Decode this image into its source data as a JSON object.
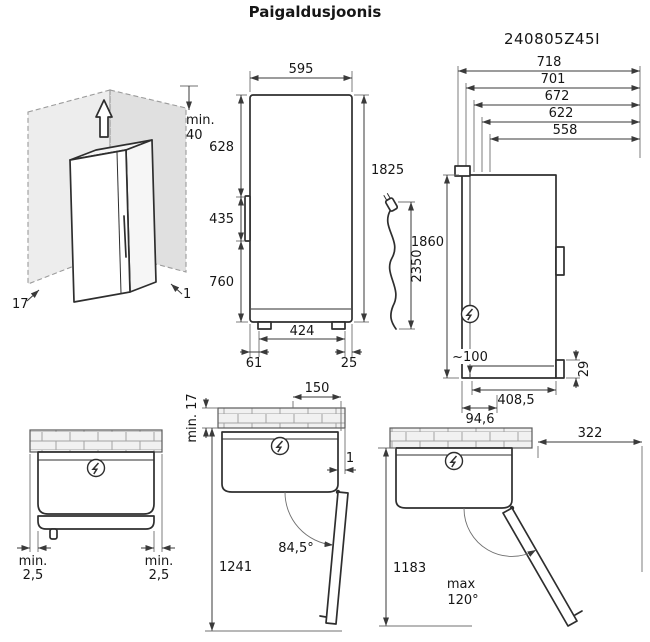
{
  "page": {
    "title": "Paigaldusjoonis",
    "model": "240805Z45I",
    "title_color": "#2323c8"
  },
  "corner_view": {
    "min_label": "min.",
    "min_value": "40",
    "wall_thickness": "17",
    "side_gap": "1"
  },
  "front_view": {
    "width": "595",
    "upper_height": "628",
    "handle_height": "435",
    "lower_height": "760",
    "total_height": "1825",
    "foot_span": "424",
    "foot_offset_left": "61",
    "foot_offset_right": "25"
  },
  "power_cord": {
    "length": "2350"
  },
  "side_view": {
    "d718": "718",
    "d701": "701",
    "d672": "672",
    "d622": "622",
    "d558": "558",
    "height": "1860",
    "outlet_distance": "~100",
    "base_depth": "408,5",
    "outlet_offset": "94,6",
    "spacer": "29"
  },
  "clearance_view": {
    "left_label": "min.",
    "left_value": "2,5",
    "right_label": "min.",
    "right_value": "2,5"
  },
  "swing90_view": {
    "dist_150": "150",
    "wall_min": "min. 17",
    "gap": "1",
    "angle": "84,5°",
    "reach": "1241"
  },
  "swing120_view": {
    "swing_width": "322",
    "reach": "1183",
    "angle_label": "max",
    "angle_value": "120°"
  }
}
